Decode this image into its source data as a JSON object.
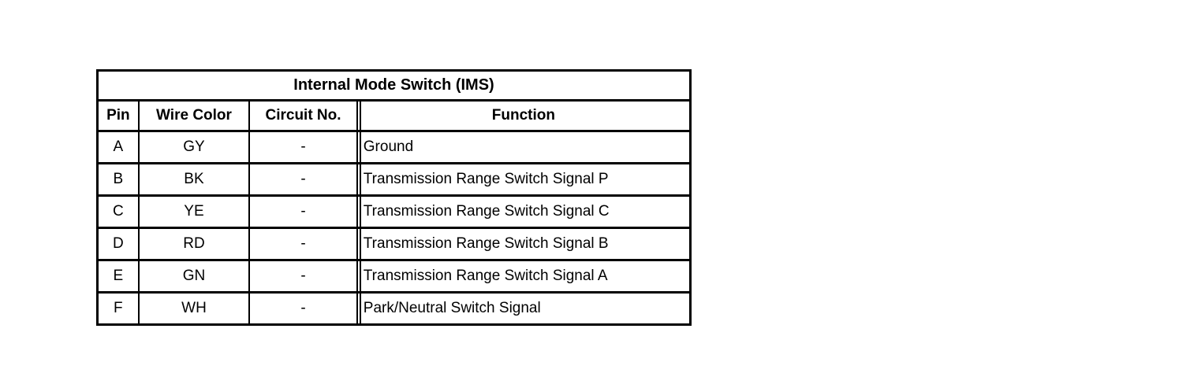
{
  "table": {
    "title": "Internal Mode Switch (IMS)",
    "columns": [
      {
        "key": "pin",
        "label": "Pin"
      },
      {
        "key": "wire",
        "label": "Wire Color"
      },
      {
        "key": "circuit",
        "label": "Circuit No."
      },
      {
        "key": "function",
        "label": "Function"
      }
    ],
    "rows": [
      {
        "pin": "A",
        "wire": "GY",
        "circuit": "-",
        "function": "Ground"
      },
      {
        "pin": "B",
        "wire": "BK",
        "circuit": "-",
        "function": "Transmission Range Switch Signal P"
      },
      {
        "pin": "C",
        "wire": "YE",
        "circuit": "-",
        "function": "Transmission Range Switch Signal C"
      },
      {
        "pin": "D",
        "wire": "RD",
        "circuit": "-",
        "function": "Transmission Range Switch Signal B"
      },
      {
        "pin": "E",
        "wire": "GN",
        "circuit": "-",
        "function": "Transmission Range Switch Signal A"
      },
      {
        "pin": "F",
        "wire": "WH",
        "circuit": "-",
        "function": "Park/Neutral Switch Signal"
      }
    ]
  },
  "colors": {
    "background": "#ffffff",
    "rule": "#000000",
    "text": "#000000"
  }
}
